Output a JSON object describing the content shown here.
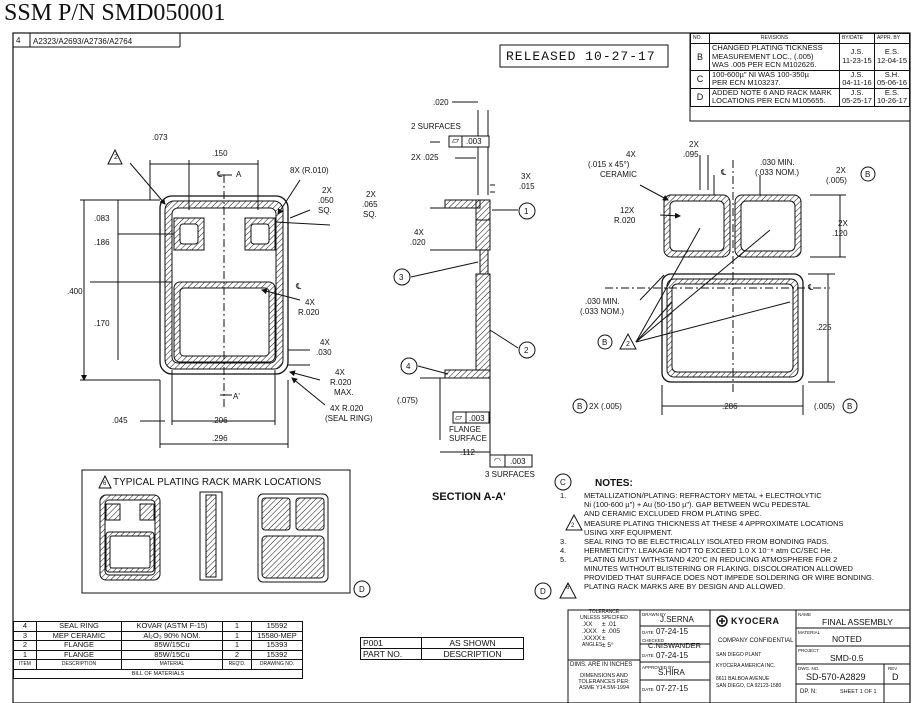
{
  "title": "SSM P/N SMD050001",
  "header": {
    "sheet_zone": "4",
    "applies_to": "A2323/A2693/A2736/A2764",
    "released": "RELEASED 10-27-17"
  },
  "revisions": {
    "headers": [
      "NO.",
      "REVISIONS",
      "BY/DATE",
      "APPR. BY"
    ],
    "rows": [
      {
        "no": "B",
        "desc": [
          "CHANGED PLATING TICKNESS",
          "MEASUREMENT LOC., (.005)",
          "WAS .005 PER ECN M102626."
        ],
        "by": [
          "J.S.",
          "11-23-15"
        ],
        "appr": [
          "E.S.",
          "12-04-15"
        ]
      },
      {
        "no": "C",
        "desc": [
          "100-600µ\" NI WAS 100-350µ",
          "PER ECN M103237."
        ],
        "by": [
          "J.S.",
          "04-11-16"
        ],
        "appr": [
          "S.H.",
          "05-06-16"
        ]
      },
      {
        "no": "D",
        "desc": [
          "ADDED NOTE 6 AND RACK MARK",
          "LOCATIONS PER ECN M105655."
        ],
        "by": [
          "J.S.",
          "05-25-17"
        ],
        "appr": [
          "E.S.",
          "10-26-17"
        ]
      }
    ]
  },
  "top_view": {
    "dims": {
      "d073": ".073",
      "d150": ".150",
      "d083": ".083",
      "d186": ".186",
      "d400": ".400",
      "d170": ".170",
      "d045": ".045",
      "d206": ".206",
      "d296": ".296",
      "r010": "8X (R.010)",
      "x2a": "2X",
      "d050": ".050",
      "sq1": "SQ.",
      "x2b": "2X",
      "d065": ".065",
      "sq2": "SQ.",
      "x4a": "4X",
      "r020a": "R.020",
      "x4b": "4X",
      "d030": ".030",
      "x4c": "4X",
      "r020max": "R.020",
      "max": "MAX.",
      "x4d": "4X R.020",
      "seal": "(SEAL RING)",
      "cl": "℄",
      "a": "A",
      "a2": "A'",
      "tri2": "2"
    }
  },
  "section": {
    "label": "SECTION  A-A'",
    "d020": ".020",
    "surfaces2": "2 SURFACES",
    "fc1": ".003",
    "x2_025": "2X .025",
    "x3": "3X",
    "d015": ".015",
    "x4": "4X",
    "d020b": ".020",
    "d075": "(.075)",
    "fc2": ".003",
    "flange": "FLANGE",
    "surface": "SURFACE",
    "d112": ".112",
    "fc3": ".003",
    "surfaces3": "3 SURFACES",
    "balloons": [
      "1",
      "2",
      "3",
      "4"
    ]
  },
  "bottom_view": {
    "x4": "4X",
    "chamfer": "(.015 x 45°)",
    "ceramic": "CERAMIC",
    "x2a": "2X",
    "d095": ".095",
    "min030": ".030 MIN.",
    "nom033": "(.033 NOM.)",
    "x2b": "2X",
    "d005": "(.005)",
    "b": "B",
    "x12": "12X",
    "r020": "R.020",
    "x2c": "2X",
    "d120": ".120",
    "min030b": ".030 MIN.",
    "nom033b": "(.033 NOM.)",
    "d225": ".225",
    "tri2": "2",
    "x2d": "2X (.005)",
    "d286": ".286",
    "d005b": "(.005)"
  },
  "rack": {
    "title": "TYPICAL PLATING RACK MARK LOCATIONS",
    "tri": "6"
  },
  "notes": {
    "title": "NOTES:",
    "c": "C",
    "d": "D",
    "items": [
      {
        "n": "1.",
        "lines": [
          "METALLIZATION/PLATING: REFRACTORY METAL + ELECTROLYTIC",
          "Ni (100-600 µ\") + Au (50-150 µ\"). GAP BETWEEN WCu PEDESTAL",
          "AND CERAMIC EXCLUDED FROM PLATING SPEC."
        ]
      },
      {
        "n": "2",
        "lines": [
          "MEASURE PLATING THICKNESS AT THESE 4 APPROXIMATE LOCATIONS",
          "USING XRF EQUIPMENT."
        ]
      },
      {
        "n": "3.",
        "lines": [
          "SEAL RING TO BE ELECTRICALLY ISOLATED FROM BONDING PADS."
        ]
      },
      {
        "n": "4.",
        "lines": [
          "HERMETICITY: LEAKAGE NOT TO EXCEED 1.0 X 10⁻⁸ atm CC/SEC He."
        ]
      },
      {
        "n": "5.",
        "lines": [
          "PLATING MUST WITHSTAND 420°C IN REDUCING ATMOSPHERE FOR 2",
          "MINUTES WITHOUT BLISTERING OR FLAKING. DISCOLORATION ALLOWED",
          "PROVIDED THAT SURFACE DOES NOT IMPEDE SOLDERING OR WIRE BONDING."
        ]
      },
      {
        "n": "6",
        "lines": [
          "PLATING RACK MARKS ARE BY DESIGN AND ALLOWED."
        ]
      }
    ]
  },
  "bom": {
    "rows": [
      [
        "4",
        "SEAL RING",
        "KOVAR (ASTM F-15)",
        "1",
        "15592"
      ],
      [
        "3",
        "MEP CERAMIC",
        "Al₂O₃ 90% NOM.",
        "1",
        "15580-MEP"
      ],
      [
        "2",
        "FLANGE",
        "85W/15Cu",
        "1",
        "15393"
      ],
      [
        "1",
        "FLANGE",
        "85W/15Cu",
        "2",
        "15392"
      ]
    ],
    "headers": [
      "ITEM",
      "DESCRIPTION",
      "MATERIAL",
      "REQ'D.",
      "DRAWING NO."
    ],
    "caption": "BILL OF MATERIALS"
  },
  "part": {
    "p001": "P001",
    "as_shown": "AS SHOWN",
    "part_no": "PART NO.",
    "description": "DESCRIPTION"
  },
  "title_block": {
    "tol_h1": "TOLERANCE",
    "tol_h2": "UNLESS SPECIFIED",
    "tol_xx": ".XX",
    "tol_xx_v": "± .01",
    "tol_xxx": ".XXX",
    "tol_xxx_v": "± .005",
    "tol_xxxx": ".XXXX",
    "tol_xxxx_v": "±",
    "angles": "ANGLES",
    "angles_v": "± 5°",
    "dims": "DIMS. ARE IN INCHES",
    "dt1": "DIMENSIONS AND",
    "dt2": "TOLERANCES PER:",
    "dt3": "ASME Y14.5M-1994",
    "drawn_by_l": "DRAWN BY",
    "drawn_by": "J.SERNA",
    "date_l1": "DATE",
    "date1": "07-24-15",
    "checked_l": "CHECKED",
    "checked": "C.NISWANDER",
    "date_l2": "DATE",
    "date2": "07-24-15",
    "approved_l": "APPROVED BY",
    "approved": "S.HIRA",
    "date_l3": "DATE",
    "date3": "07-27-15",
    "kyocera": "KYOCERA",
    "conf": "COMPANY CONFIDENTIAL",
    "plant": "SAN DIEGO PLANT",
    "company": "KYOCERA AMERICA INC.",
    "addr1": "8611 BALBOA AVENUE",
    "addr2": "SAN DIEGO, CA 92123-1580",
    "name_l": "NAME",
    "name": "FINAL ASSEMBLY",
    "material_l": "MATERIAL",
    "material": "NOTED",
    "project_l": "PROJECT",
    "project": "SMD-0.5",
    "dwg_l": "DWG. NO.",
    "dwg": "SD-570-A2829",
    "rev_l": "REV",
    "rev": "D",
    "dp_l": "DP. N:",
    "sheet": "SHEET  1  OF  1"
  }
}
